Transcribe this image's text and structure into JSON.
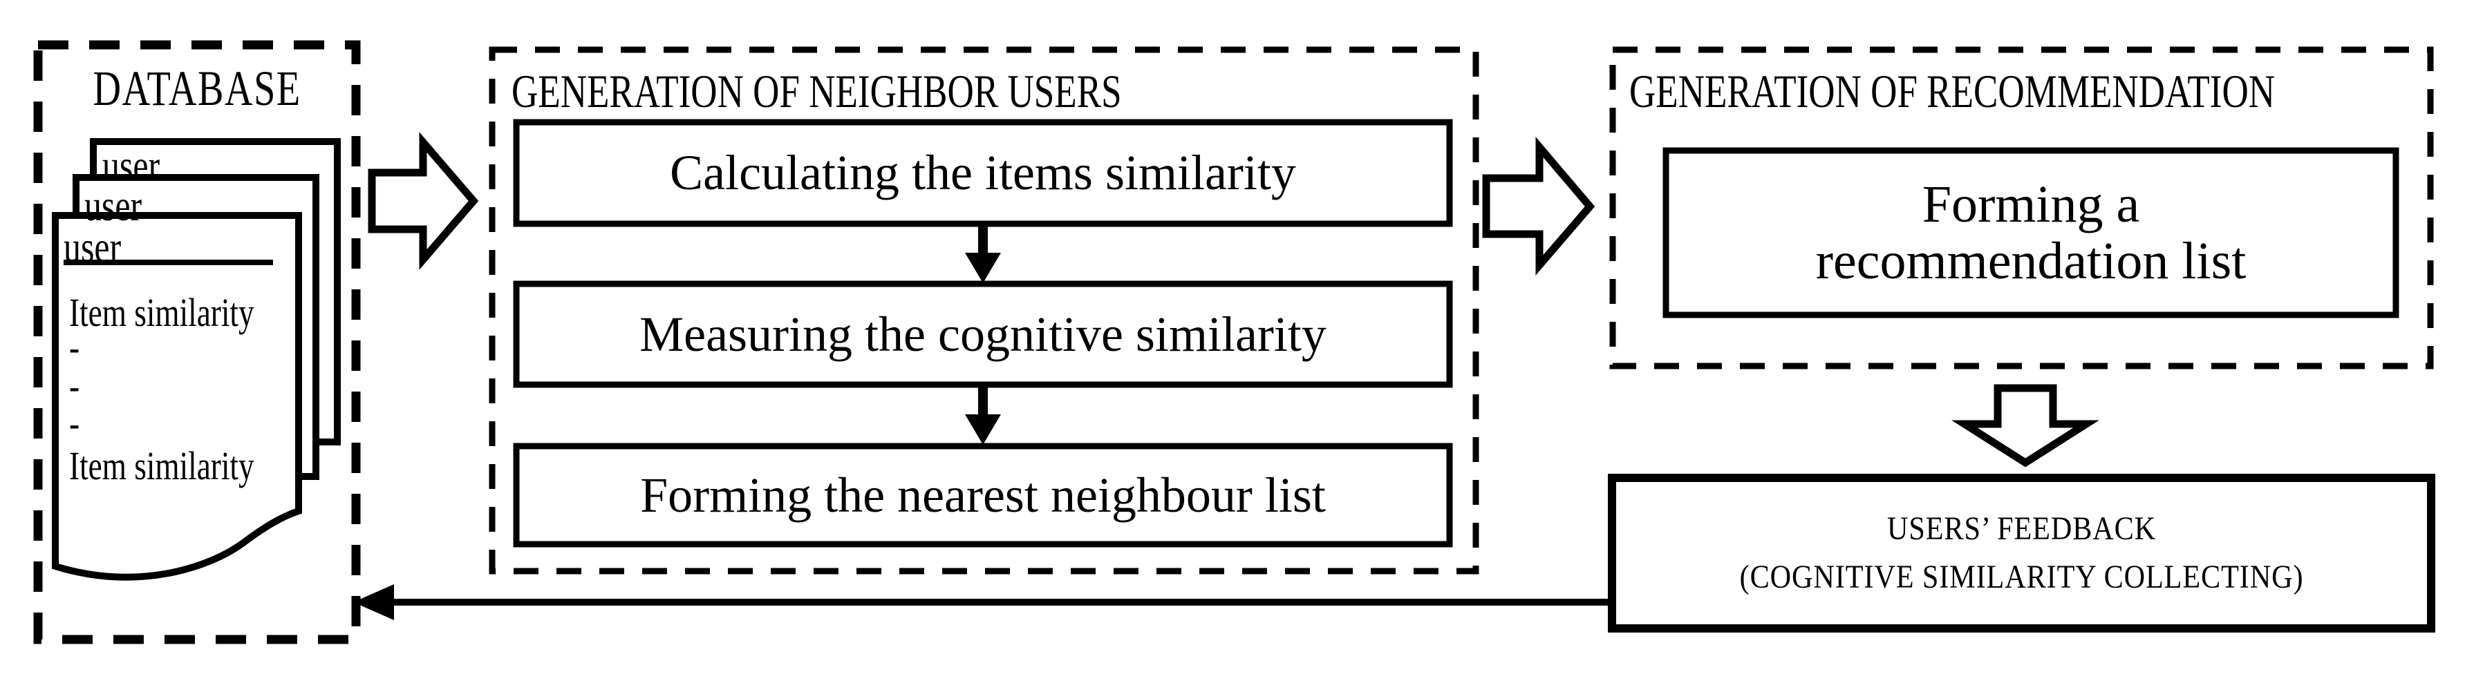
{
  "colors": {
    "ink": "#000000",
    "paper": "#ffffff"
  },
  "database": {
    "title": "DATABASE",
    "pages": [
      {
        "label": "user"
      },
      {
        "label": "user"
      },
      {
        "label": "user"
      }
    ],
    "front_page_lines": [
      "Item similarity",
      "-",
      "-",
      "-",
      "Item similarity"
    ]
  },
  "neighbor_generation": {
    "title": "GENERATION OF NEIGHBOR USERS",
    "steps": [
      {
        "label": "Calculating the items similarity"
      },
      {
        "label": "Measuring the cognitive similarity"
      },
      {
        "label": "Forming the nearest neighbour list"
      }
    ]
  },
  "recommendation_generation": {
    "title": "GENERATION OF RECOMMENDATION",
    "step": {
      "line1": "Forming a",
      "line2": "recommendation list"
    }
  },
  "users_feedback": {
    "line1": "USERS’ FEEDBACK",
    "line2": "(COGNITIVE SIMILARITY COLLECTING)"
  }
}
